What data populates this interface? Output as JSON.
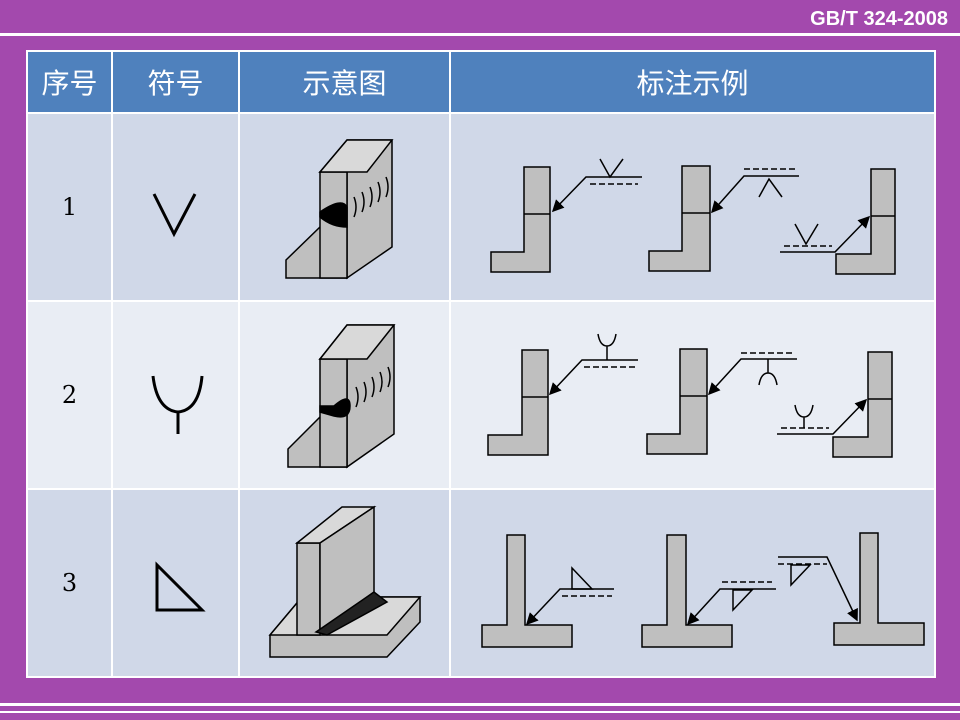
{
  "standard": "GB/T 324-2008",
  "headers": [
    "序号",
    "符号",
    "示意图",
    "标注示例"
  ],
  "rows": [
    {
      "index": "1",
      "symbol": "v-groove-weld-symbol"
    },
    {
      "index": "2",
      "symbol": "single-u-groove-weld-symbol"
    },
    {
      "index": "3",
      "symbol": "fillet-weld-symbol"
    }
  ],
  "colors": {
    "background": "#a349ad",
    "header": "#4f81bd",
    "row_dark": "#d0d8e8",
    "row_light": "#e9edf4",
    "plate": "#bfbfbf"
  }
}
